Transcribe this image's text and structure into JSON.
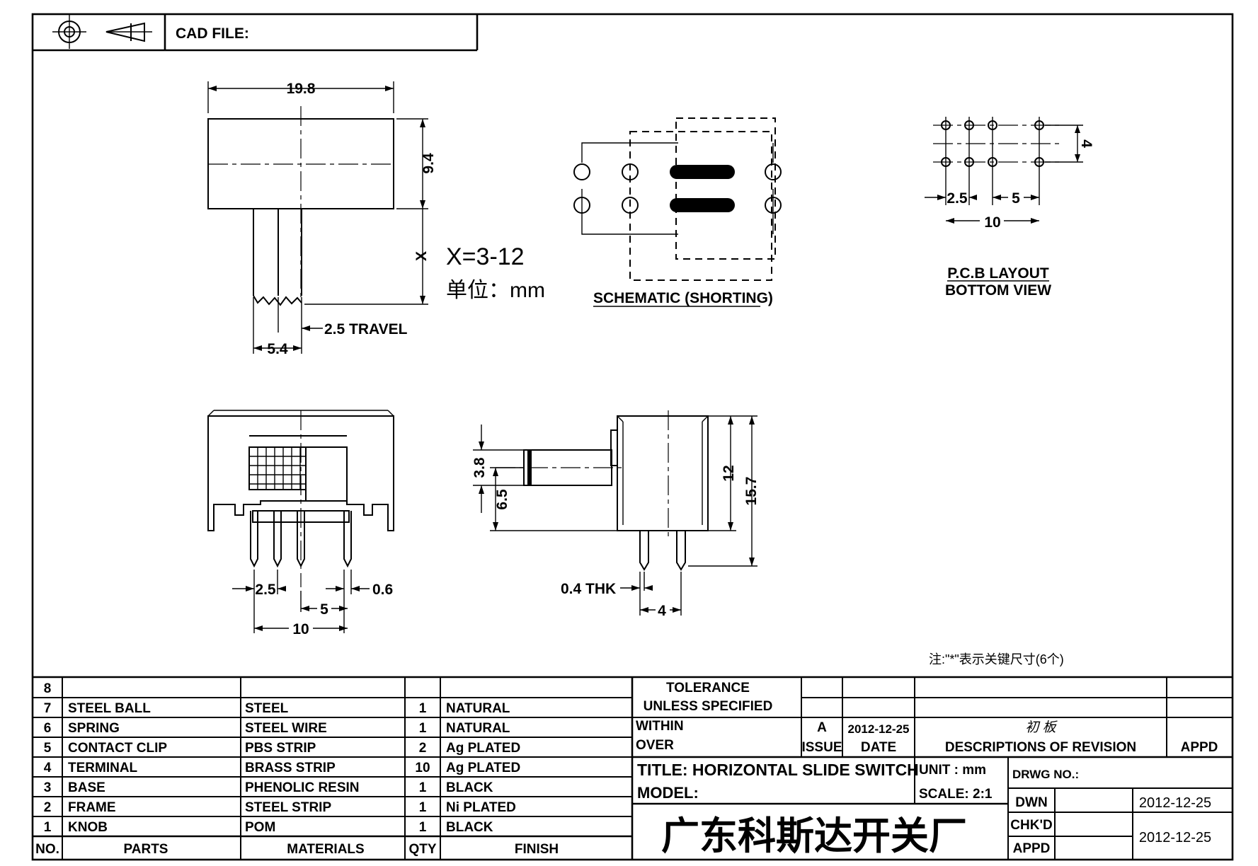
{
  "header": {
    "cad_label": "CAD FILE:"
  },
  "top_view": {
    "width": "19.8",
    "height": "9.4",
    "x_var": "X",
    "x_range": "X=3-12",
    "unit_note": "单位：mm",
    "travel": "2.5 TRAVEL",
    "knob_width": "5.4"
  },
  "schematic": {
    "caption": "SCHEMATIC (SHORTING)"
  },
  "pcb": {
    "pitch_a": "2.5",
    "pitch_b": "5",
    "total": "10",
    "row_gap": "4",
    "caption_1": "P.C.B LAYOUT",
    "caption_2": "BOTTOM VIEW"
  },
  "front_view": {
    "pitch": "2.5",
    "mid": "5",
    "total": "10",
    "thk": "0.6"
  },
  "side_view": {
    "d1": "3.8",
    "d2": "6.5",
    "h1": "12",
    "h2": "15.7",
    "thk": "0.4 THK",
    "pin_gap": "4"
  },
  "note": "注:\"*\"表示关键尺寸(6个)",
  "bom": {
    "headers": {
      "no": "NO.",
      "parts": "PARTS",
      "materials": "MATERIALS",
      "qty": "QTY",
      "finish": "FINISH"
    },
    "rows": [
      {
        "no": "8",
        "part": "",
        "material": "",
        "qty": "",
        "finish": ""
      },
      {
        "no": "7",
        "part": "STEEL BALL",
        "material": "STEEL",
        "qty": "1",
        "finish": "NATURAL"
      },
      {
        "no": "6",
        "part": "SPRING",
        "material": "STEEL WIRE",
        "qty": "1",
        "finish": "NATURAL"
      },
      {
        "no": "5",
        "part": "CONTACT CLIP",
        "material": "PBS STRIP",
        "qty": "2",
        "finish": "Ag PLATED"
      },
      {
        "no": "4",
        "part": "TERMINAL",
        "material": "BRASS STRIP",
        "qty": "10",
        "finish": "Ag PLATED"
      },
      {
        "no": "3",
        "part": "BASE",
        "material": "PHENOLIC RESIN",
        "qty": "1",
        "finish": "BLACK"
      },
      {
        "no": "2",
        "part": "FRAME",
        "material": "STEEL STRIP",
        "qty": "1",
        "finish": "Ni PLATED"
      },
      {
        "no": "1",
        "part": "KNOB",
        "material": "POM",
        "qty": "1",
        "finish": "BLACK"
      }
    ]
  },
  "title_block": {
    "tolerance": "TOLERANCE",
    "unless": "UNLESS   SPECIFIED",
    "within": "WITHIN",
    "over": "OVER",
    "rev_letter": "A",
    "rev_date": "2012-12-25",
    "rev_desc": "初 板",
    "issue": "ISSUE",
    "date": "DATE",
    "desc_rev": "DESCRIPTIONS OF REVISION",
    "appd": "APPD",
    "title": "TITLE: HORIZONTAL SLIDE SWITCH",
    "unit": "UNIT : mm",
    "drwg_no": "DRWG NO.:",
    "model": "MODEL:",
    "scale": "SCALE: 2:1",
    "dwn": "DWN",
    "dwn_date": "2012-12-25",
    "company": "广东科斯达开关厂",
    "chkd": "CHK'D",
    "chkd_date": "2012-12-25",
    "appd2": "APPD"
  }
}
